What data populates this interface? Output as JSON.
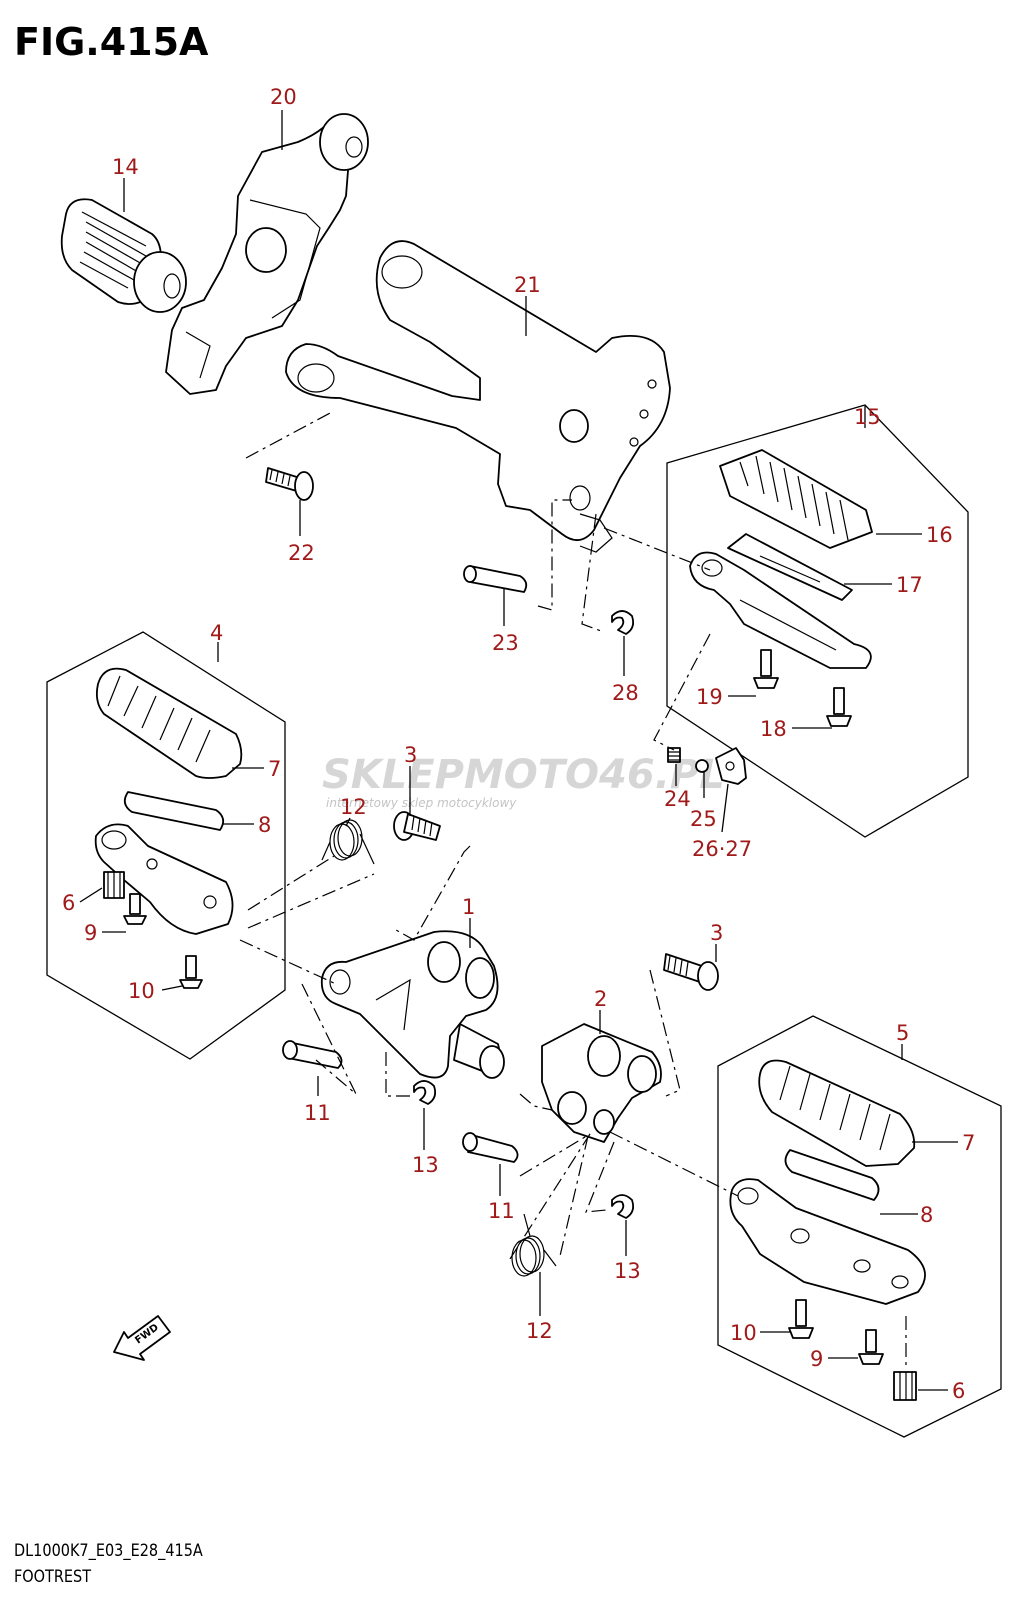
{
  "figure": {
    "title": "FIG.415A",
    "model_code": "DL1000K7_E03_E28_415A",
    "diagram_name": "FOOTREST",
    "callout_color": "#a11a1a",
    "line_color": "#000000"
  },
  "watermark": {
    "brand": "SKLEPMOTO46.PL",
    "tagline": "internetowy sklep motocyklowy"
  },
  "direction_marker": {
    "label": "FWD",
    "icon": "forward-arrow-icon"
  },
  "callouts": [
    {
      "id": "c20",
      "label": "20"
    },
    {
      "id": "c14",
      "label": "14"
    },
    {
      "id": "c21",
      "label": "21"
    },
    {
      "id": "c22",
      "label": "22"
    },
    {
      "id": "c23",
      "label": "23"
    },
    {
      "id": "c28",
      "label": "28"
    },
    {
      "id": "c15",
      "label": "15"
    },
    {
      "id": "c16",
      "label": "16"
    },
    {
      "id": "c17",
      "label": "17"
    },
    {
      "id": "c19",
      "label": "19"
    },
    {
      "id": "c18",
      "label": "18"
    },
    {
      "id": "c24",
      "label": "24"
    },
    {
      "id": "c25",
      "label": "25"
    },
    {
      "id": "c2627",
      "label": "26·27"
    },
    {
      "id": "c4",
      "label": "4"
    },
    {
      "id": "c7a",
      "label": "7"
    },
    {
      "id": "c8a",
      "label": "8"
    },
    {
      "id": "c6a",
      "label": "6"
    },
    {
      "id": "c9a",
      "label": "9"
    },
    {
      "id": "c10a",
      "label": "10"
    },
    {
      "id": "c3a",
      "label": "3"
    },
    {
      "id": "c12a",
      "label": "12"
    },
    {
      "id": "c1",
      "label": "1"
    },
    {
      "id": "c11a",
      "label": "11"
    },
    {
      "id": "c13a",
      "label": "13"
    },
    {
      "id": "c3b",
      "label": "3"
    },
    {
      "id": "c2",
      "label": "2"
    },
    {
      "id": "c11b",
      "label": "11"
    },
    {
      "id": "c13b",
      "label": "13"
    },
    {
      "id": "c12b",
      "label": "12"
    },
    {
      "id": "c5",
      "label": "5"
    },
    {
      "id": "c7b",
      "label": "7"
    },
    {
      "id": "c8b",
      "label": "8"
    },
    {
      "id": "c10b",
      "label": "10"
    },
    {
      "id": "c9b",
      "label": "9"
    },
    {
      "id": "c6b",
      "label": "6"
    }
  ]
}
